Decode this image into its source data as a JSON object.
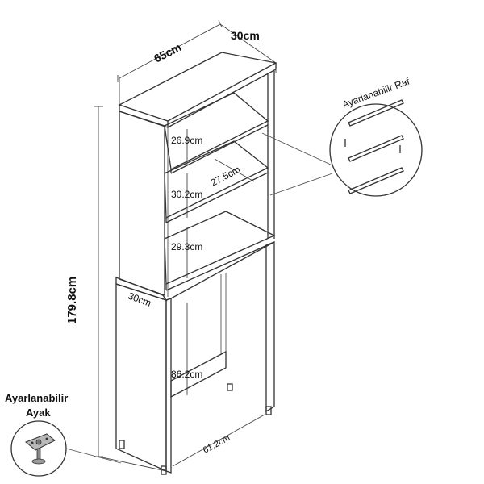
{
  "dimensions": {
    "width": "65cm",
    "depth_top": "30cm",
    "height_total": "179.8cm",
    "shelf_1": "26.9cm",
    "shelf_2": "30.2cm",
    "shelf_depth": "27.5cm",
    "shelf_3": "29.3cm",
    "depth_bottom": "30cm",
    "lower_opening_height": "86.2cm",
    "lower_opening_width": "61.2cm"
  },
  "callouts": {
    "adjustable_shelf": "Ayarlanabilir Raf",
    "adjustable_foot_line1": "Ayarlanabilir",
    "adjustable_foot_line2": "Ayak"
  },
  "colors": {
    "line": "#333333",
    "background": "#ffffff"
  }
}
